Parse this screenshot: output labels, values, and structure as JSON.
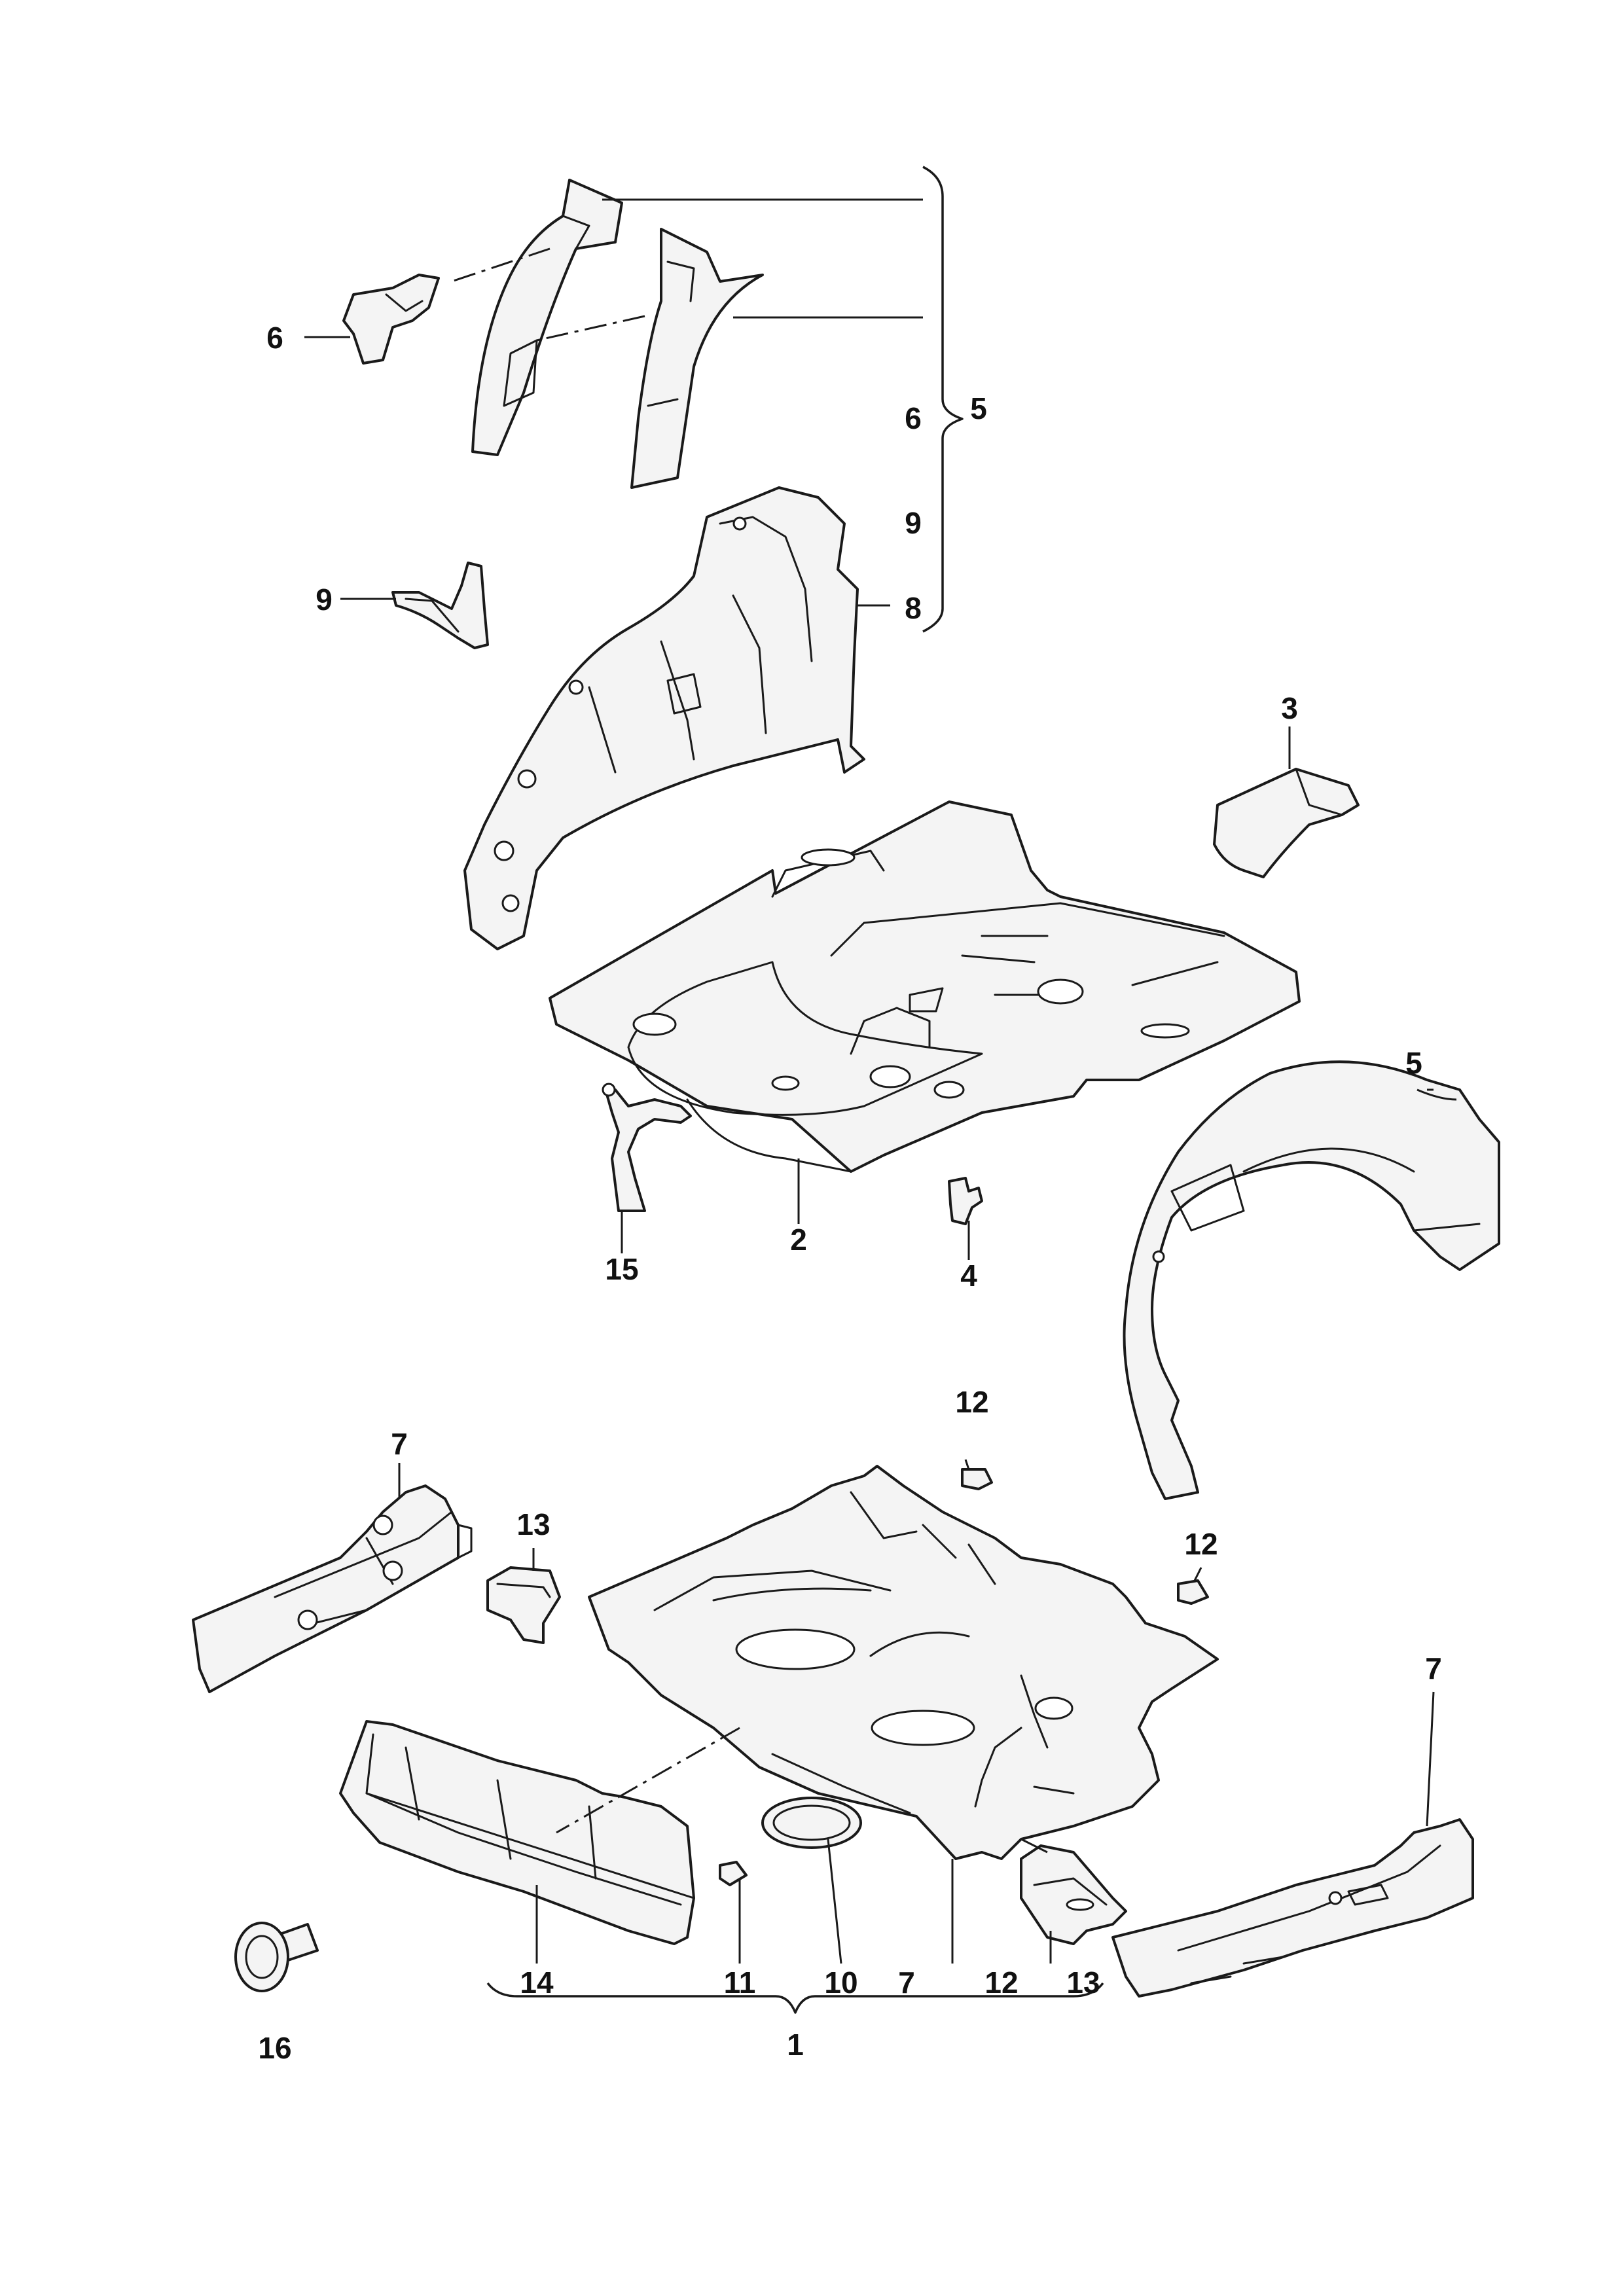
{
  "callouts": {
    "c1": "1",
    "c2": "2",
    "c3": "3",
    "c4": "4",
    "c5_group": "5",
    "c5_part": "5",
    "c6_left": "6",
    "c6_group": "6",
    "c7_left": "7",
    "c7_right": "7",
    "c7_bottom": "7",
    "c8": "8",
    "c9_left": "9",
    "c9_group": "9",
    "c10": "10",
    "c11": "11",
    "c12_top": "12",
    "c12_right": "12",
    "c12_bottom": "12",
    "c13_left": "13",
    "c13_bottom": "13",
    "c14": "14",
    "c15": "15",
    "c16": "16"
  },
  "colors": {
    "line": "#1a1a1a",
    "fill": "#f4f4f4",
    "background": "#ffffff"
  }
}
